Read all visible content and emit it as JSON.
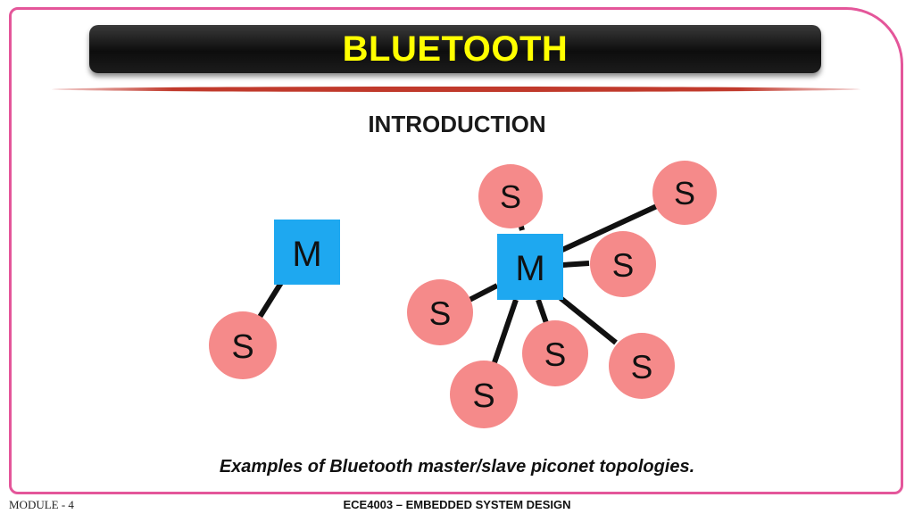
{
  "slide": {
    "title": "BLUETOOTH",
    "subtitle": "INTRODUCTION",
    "caption": "Examples of Bluetooth master/slave piconet topologies.",
    "footer_left": "MODULE - 4",
    "footer_center": "ECE4003 – EMBEDDED SYSTEM DESIGN"
  },
  "diagram": {
    "master_label": "M",
    "slave_label": "S",
    "colors": {
      "master": "#1ea8f0",
      "slave": "#f58a8a",
      "link": "#111111",
      "text": "#111111"
    }
  }
}
